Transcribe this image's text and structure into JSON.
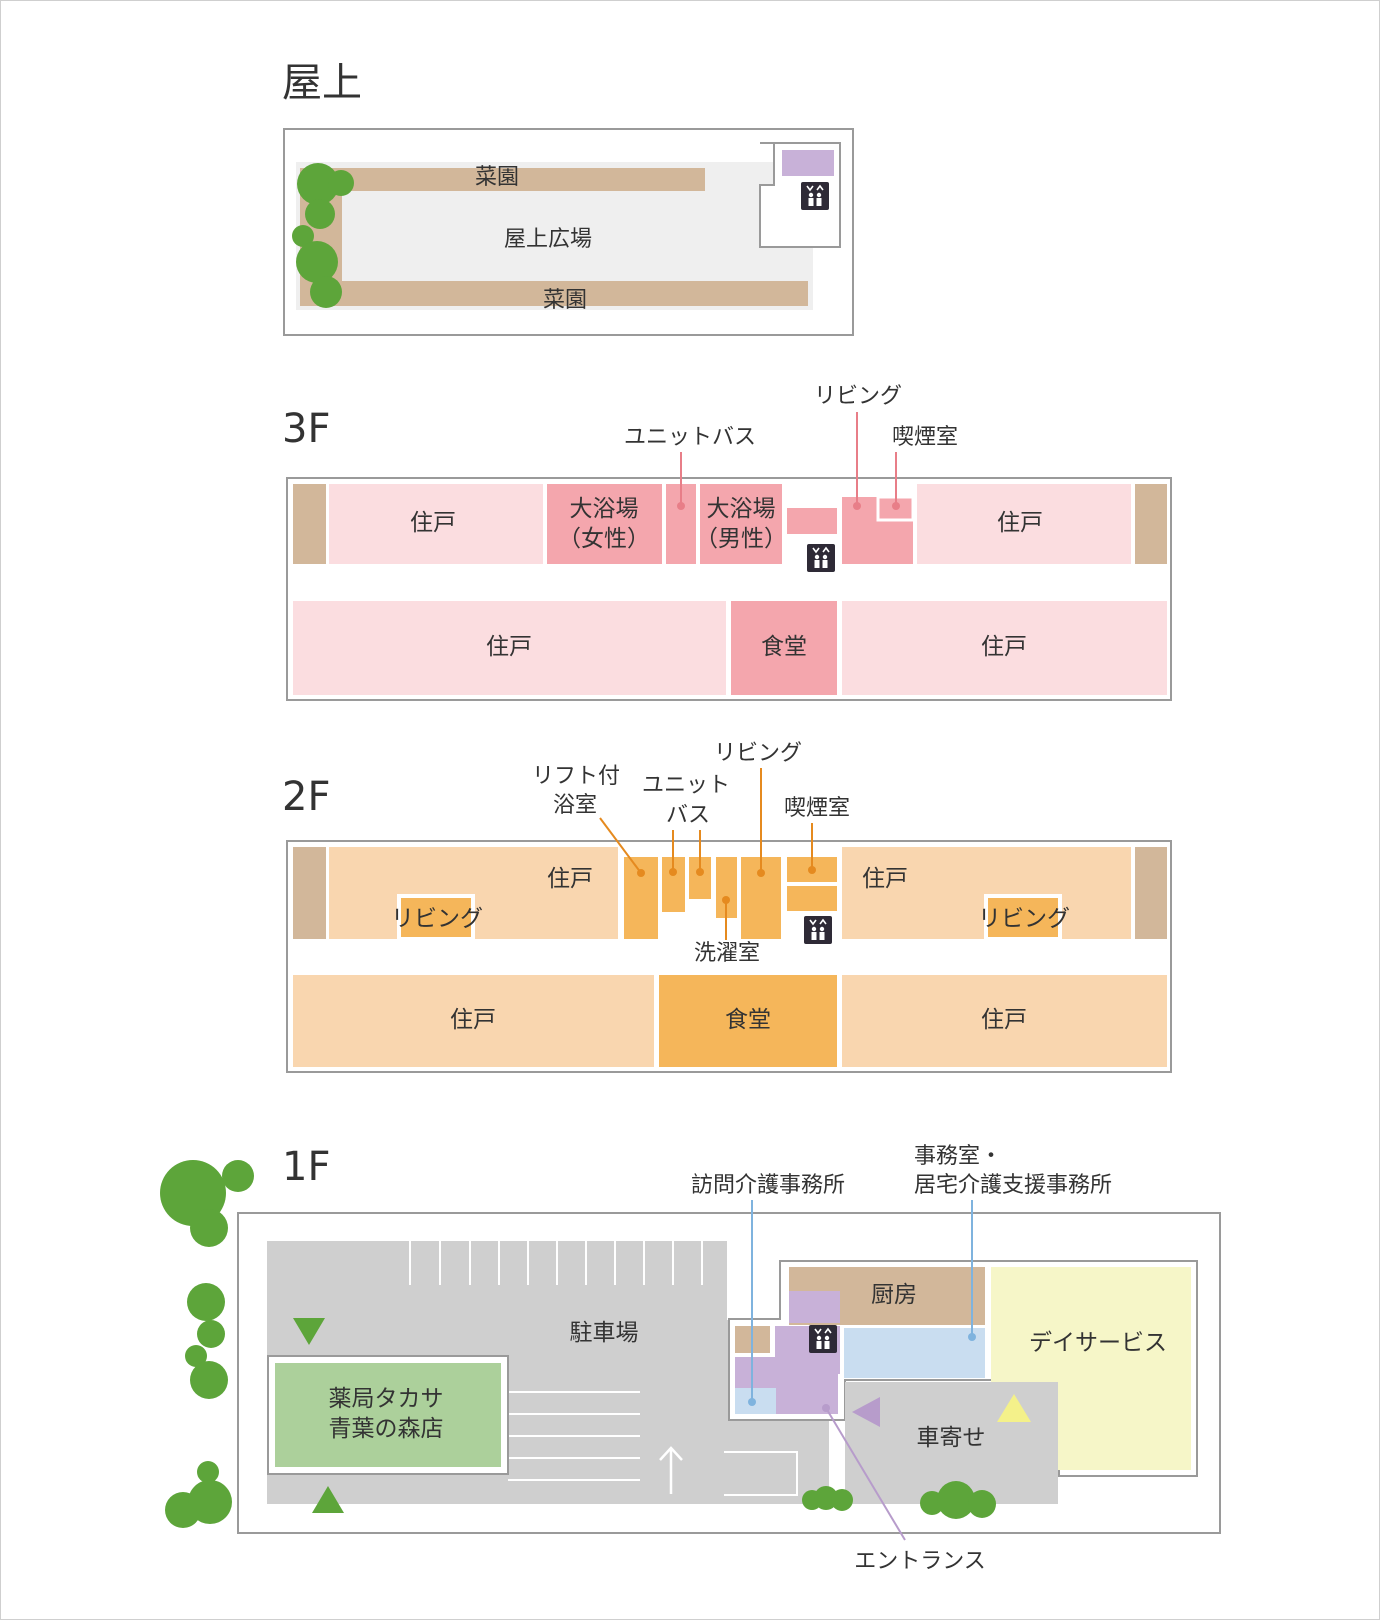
{
  "floors": {
    "rooftop": {
      "title": "屋上",
      "garden_top": "菜園",
      "plaza": "屋上広場",
      "garden_bottom": "菜園"
    },
    "f3": {
      "title": "3F",
      "unit_bath": "ユニットバス",
      "living": "リビング",
      "smoking": "喫煙室",
      "dwelling_tl": "住戸",
      "bath_women_1": "大浴場",
      "bath_women_2": "（女性）",
      "bath_men_1": "大浴場",
      "bath_men_2": "（男性）",
      "dwelling_tr": "住戸",
      "dwelling_bl": "住戸",
      "dining": "食堂",
      "dwelling_br": "住戸"
    },
    "f2": {
      "title": "2F",
      "lift_bath_1": "リフト付",
      "lift_bath_2": "浴室",
      "unit_bath_1": "ユニット",
      "unit_bath_2": "バス",
      "living_top": "リビング",
      "smoking": "喫煙室",
      "dwelling_tl": "住戸",
      "living_left": "リビング",
      "laundry": "洗濯室",
      "dwelling_tr": "住戸",
      "living_right": "リビング",
      "dwelling_bl": "住戸",
      "dining": "食堂",
      "dwelling_br": "住戸"
    },
    "f1": {
      "title": "1F",
      "visiting_care": "訪問介護事務所",
      "office_1": "事務室・",
      "office_2": "居宅介護支援事務所",
      "kitchen": "厨房",
      "parking": "駐車場",
      "day_service": "デイサービス",
      "pharmacy_1": "薬局タカサ",
      "pharmacy_2": "青葉の森店",
      "dropoff": "車寄せ",
      "entrance": "エントランス"
    }
  },
  "colors": {
    "f3_light": "#fbdde0",
    "f3_dark": "#f4a6ad",
    "f2_light": "#f9d6af",
    "f2_dark": "#f5b65a",
    "tan": "#d2b79a",
    "green": "#5da53a",
    "parking_gray": "#cfcfcf",
    "purple": "#c8b1d8",
    "light_blue": "#c9ddf0",
    "cream": "#f6f6c8",
    "pharmacy_green": "#acd09b"
  }
}
